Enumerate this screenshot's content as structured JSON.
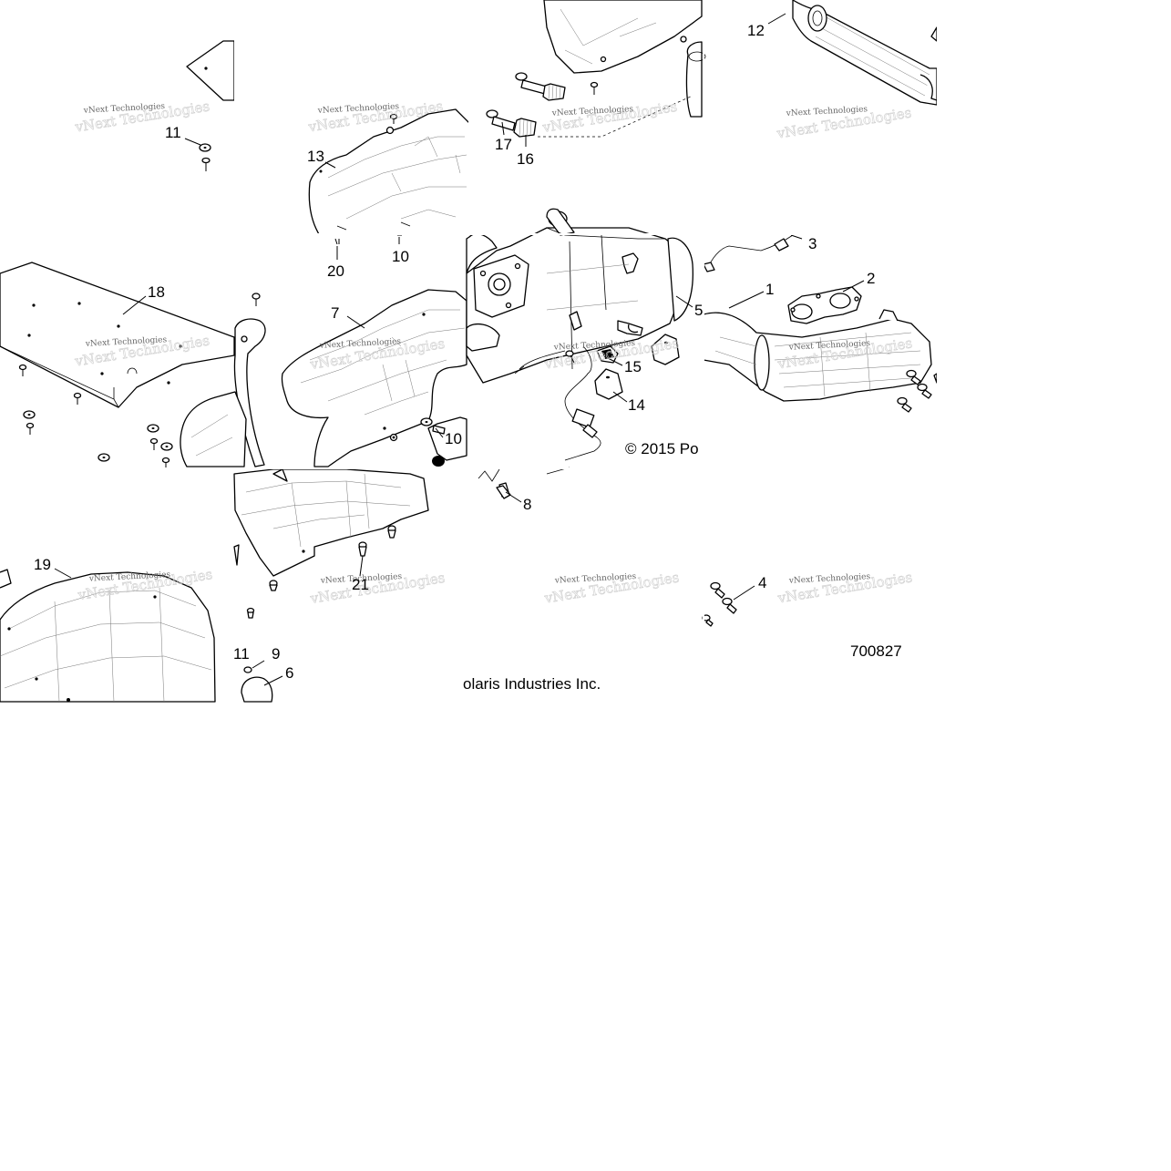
{
  "callouts": [
    {
      "id": "11a",
      "text": "11"
    },
    {
      "id": "13",
      "text": "13"
    },
    {
      "id": "17",
      "text": "17"
    },
    {
      "id": "16",
      "text": "16"
    },
    {
      "id": "12",
      "text": "12"
    },
    {
      "id": "20",
      "text": "20"
    },
    {
      "id": "10a",
      "text": "10"
    },
    {
      "id": "3",
      "text": "3"
    },
    {
      "id": "18",
      "text": "18"
    },
    {
      "id": "7",
      "text": "7"
    },
    {
      "id": "2",
      "text": "2"
    },
    {
      "id": "1",
      "text": "1"
    },
    {
      "id": "5",
      "text": "5"
    },
    {
      "id": "15",
      "text": "15"
    },
    {
      "id": "14",
      "text": "14"
    },
    {
      "id": "10b",
      "text": "10"
    },
    {
      "id": "8",
      "text": "8"
    },
    {
      "id": "19",
      "text": "19"
    },
    {
      "id": "21",
      "text": "21"
    },
    {
      "id": "4",
      "text": "4"
    },
    {
      "id": "11b",
      "text": "11"
    },
    {
      "id": "9",
      "text": "9"
    },
    {
      "id": "6",
      "text": "6"
    }
  ],
  "copyright_left": "© 2015 Po",
  "copyright_right": "olaris Industries Inc.",
  "figure_number": "700827",
  "watermark": "vNext Technologies"
}
